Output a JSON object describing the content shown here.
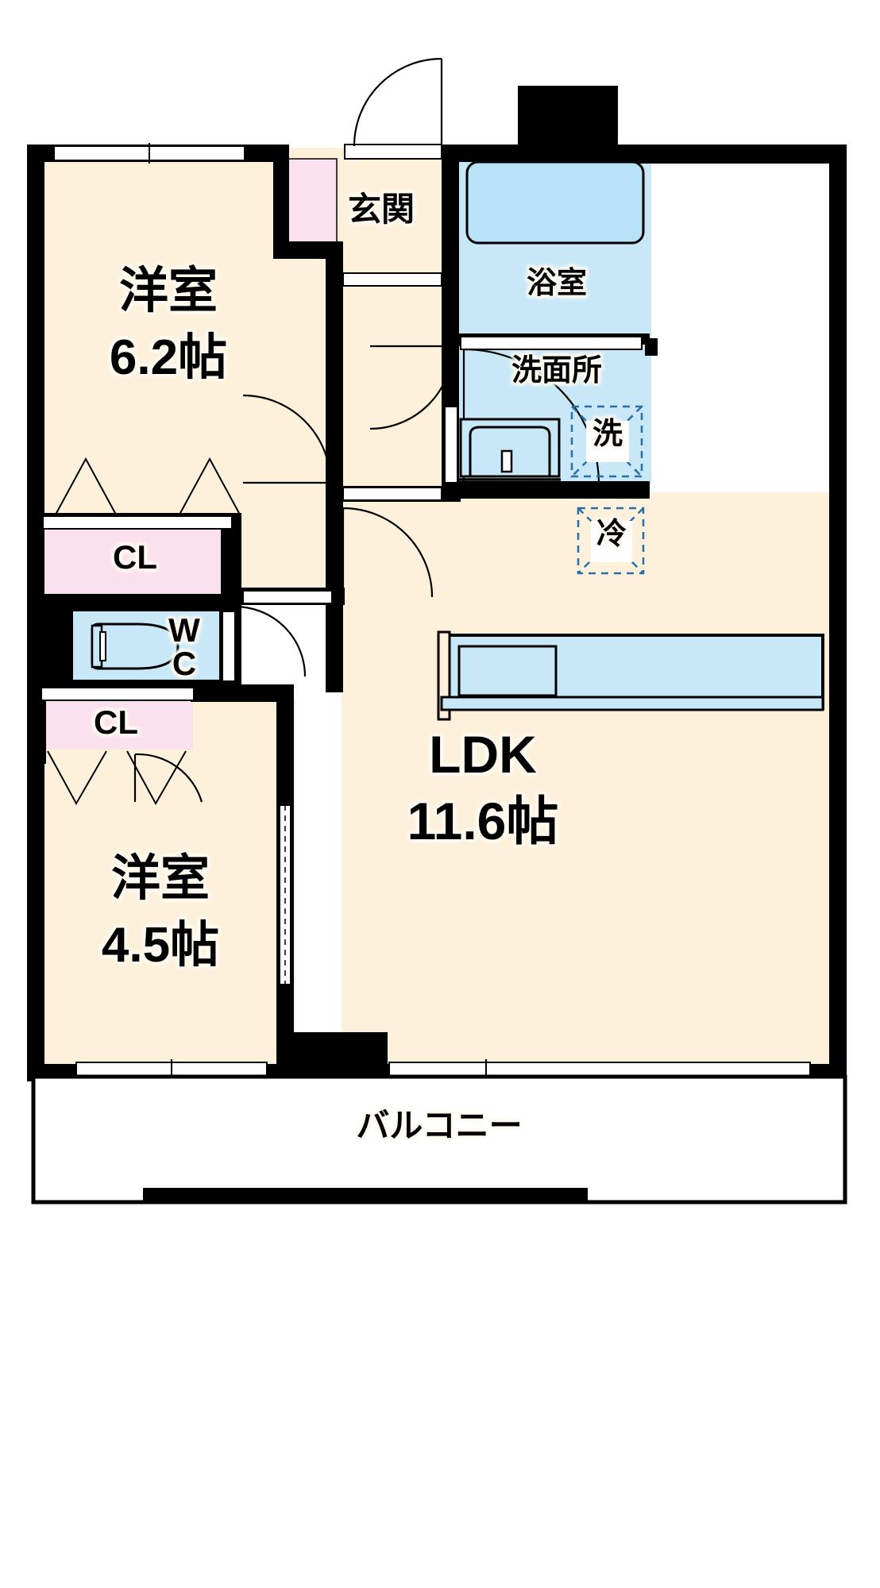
{
  "plan": {
    "type": "japanese-apartment-floorplan",
    "layout_code": "2LDK",
    "colors": {
      "wall": "#000000",
      "floor_room": "#fdf1dc",
      "floor_ldk": "#fdf1dc",
      "water_area": "#c8e8f8",
      "closet": "#fbe0ee",
      "entrance_step": "#fbe0ee",
      "window": "#ffffff",
      "text": "#000000",
      "text_outline": "#fffaf0",
      "balcony": "#ffffff"
    },
    "rooms": [
      {
        "id": "washitsu-upper",
        "name_line1": "洋室",
        "name_line2": "6.2帖",
        "size_jo": 6.2,
        "type": "western-room"
      },
      {
        "id": "washitsu-lower",
        "name_line1": "洋室",
        "name_line2": "4.5帖",
        "size_jo": 4.5,
        "type": "western-room"
      },
      {
        "id": "ldk",
        "name_line1": "LDK",
        "name_line2": "11.6帖",
        "size_jo": 11.6,
        "type": "living-dining-kitchen"
      },
      {
        "id": "genkan",
        "name_line1": "玄関",
        "name_line2": "",
        "type": "entrance"
      },
      {
        "id": "yokushitsu",
        "name_line1": "浴室",
        "name_line2": "",
        "type": "bathroom"
      },
      {
        "id": "senmenjo",
        "name_line1": "洗面所",
        "name_line2": "",
        "type": "washroom"
      },
      {
        "id": "wc",
        "name_line1": "W",
        "name_line2": "C",
        "type": "toilet"
      },
      {
        "id": "closet-upper",
        "name_line1": "CL",
        "name_line2": "",
        "type": "closet"
      },
      {
        "id": "closet-lower",
        "name_line1": "CL",
        "name_line2": "",
        "type": "closet"
      },
      {
        "id": "balcony",
        "name_line1": "バルコニー",
        "name_line2": "",
        "type": "balcony"
      }
    ],
    "appliance_markers": [
      {
        "id": "washer-space",
        "label": "洗",
        "meaning": "washing-machine-space"
      },
      {
        "id": "fridge-space",
        "label": "冷",
        "meaning": "refrigerator-space"
      }
    ],
    "labels": {
      "room_6_2_name": "洋室",
      "room_6_2_size": "6.2帖",
      "room_4_5_name": "洋室",
      "room_4_5_size": "4.5帖",
      "ldk_name": "LDK",
      "ldk_size": "11.6帖",
      "genkan": "玄関",
      "bathroom": "浴室",
      "washroom": "洗面所",
      "wc_w": "W",
      "wc_c": "C",
      "closet_upper": "CL",
      "closet_lower": "CL",
      "balcony": "バルコニー",
      "washer": "洗",
      "fridge": "冷"
    }
  }
}
